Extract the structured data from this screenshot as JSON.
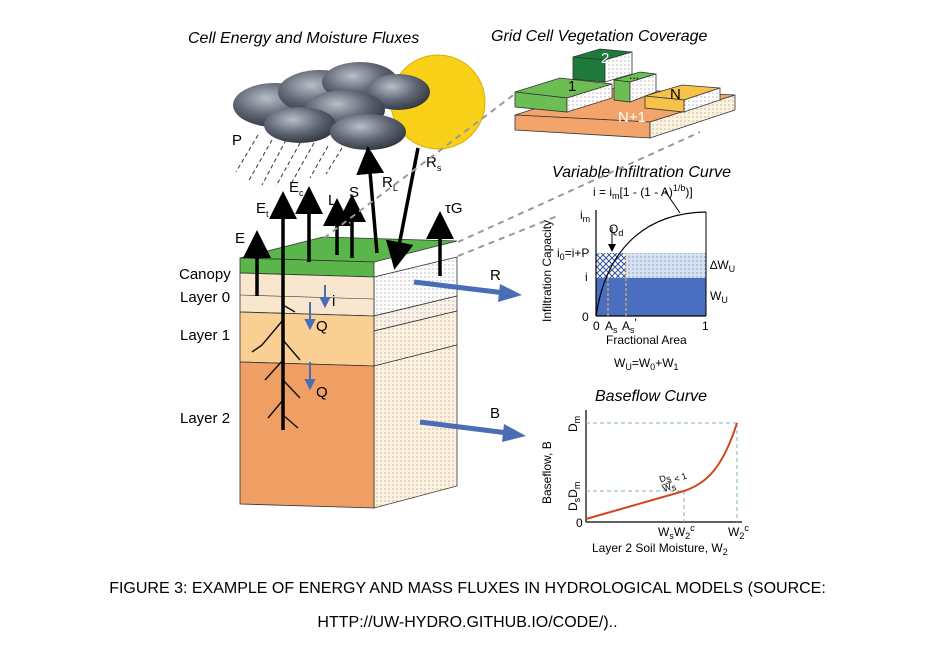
{
  "titles": {
    "cell": "Cell Energy and Moisture Fluxes",
    "grid": "Grid Cell Vegetation Coverage",
    "infiltration": "Variable Infiltration Curve",
    "baseflow": "Baseflow Curve"
  },
  "layers": {
    "canopy": "Canopy",
    "layer0": "Layer 0",
    "layer1": "Layer 1",
    "layer2": "Layer 2"
  },
  "fluxes": {
    "P": "P",
    "E": "E",
    "Et": "E",
    "Et_sub": "t",
    "Ec": "E",
    "Ec_sub": "c",
    "L": "L",
    "S": "S",
    "RL": "R",
    "RL_sub": "L",
    "Rs": "R",
    "Rs_sub": "s",
    "tauG": "τG",
    "i": "i",
    "Q1": "Q",
    "Q2": "Q",
    "R": "R",
    "B": "B"
  },
  "tiles": {
    "t1": "1",
    "t2": "2",
    "tdots": "...",
    "tN": "N",
    "tN1": "N+1"
  },
  "infiltration": {
    "equation": "i = i",
    "equation_sub": "m",
    "equation_rest": "[1 - (1 - A)",
    "equation_exp": "1/b",
    "equation_end": ")]",
    "ylabel": "Infiltration Capacity",
    "xlabel": "Fractional Area",
    "im": "i",
    "im_sub": "m",
    "i0": "i",
    "i0_sub": "0",
    "i0_rest": "=i+P",
    "i": "i",
    "zero": "0",
    "one": "1",
    "As": "A",
    "As_sub": "s",
    "Asp": "A",
    "Asp_sub": "s",
    "Asp_prime": "'",
    "Qd": "Q",
    "Qd_sub": "d",
    "dWU_pre": "∆W",
    "dWU_sub": "U",
    "WU": "W",
    "WU_sub": "U",
    "balance": "W",
    "balance_sub1": "U",
    "balance_mid": "=W",
    "balance_sub2": "0",
    "balance_mid2": "+W",
    "balance_sub3": "1"
  },
  "baseflow": {
    "ylabel": "Baseflow, B",
    "xlabel": "Layer 2 Soil Moisture, W",
    "xlabel_sub": "2",
    "Dm": "D",
    "Dm_sub": "m",
    "DsDm": "D",
    "DsDm_sub1": "s",
    "DsDm_mid": "D",
    "DsDm_sub2": "m",
    "zero": "0",
    "WsW2c": "W",
    "WsW2c_sub1": "s",
    "WsW2c_mid": "W",
    "WsW2c_sub2": "2",
    "WsW2c_sup": "c",
    "W2c": "W",
    "W2c_sub": "2",
    "W2c_sup": "c",
    "ratio_num": "D",
    "ratio_num_sub": "s",
    "ratio_den": "W",
    "ratio_den_sub": "s",
    "ratio_lt": "< 1"
  },
  "caption": {
    "line1": "FIGURE 3: EXAMPLE OF ENERGY AND MASS FLUXES IN HYDROLOGICAL MODELS (SOURCE:",
    "line2": "HTTP://UW-HYDRO.GITHUB.IO/CODE/).."
  },
  "colors": {
    "canopy": "#5ab54a",
    "layer0": "#f8e6cf",
    "layer1": "#f9cf94",
    "layer2": "#ef9f63",
    "blue_arrow": "#4a6db5",
    "infil_fill": "#4a6fc0",
    "baseflow_curve": "#d2451e",
    "sun": "#f9d018",
    "cloud": "#5b6270",
    "tile_yellow": "#f7c24a",
    "tile_green": "#6dbd55",
    "tile_dark": "#1e7a3a"
  }
}
